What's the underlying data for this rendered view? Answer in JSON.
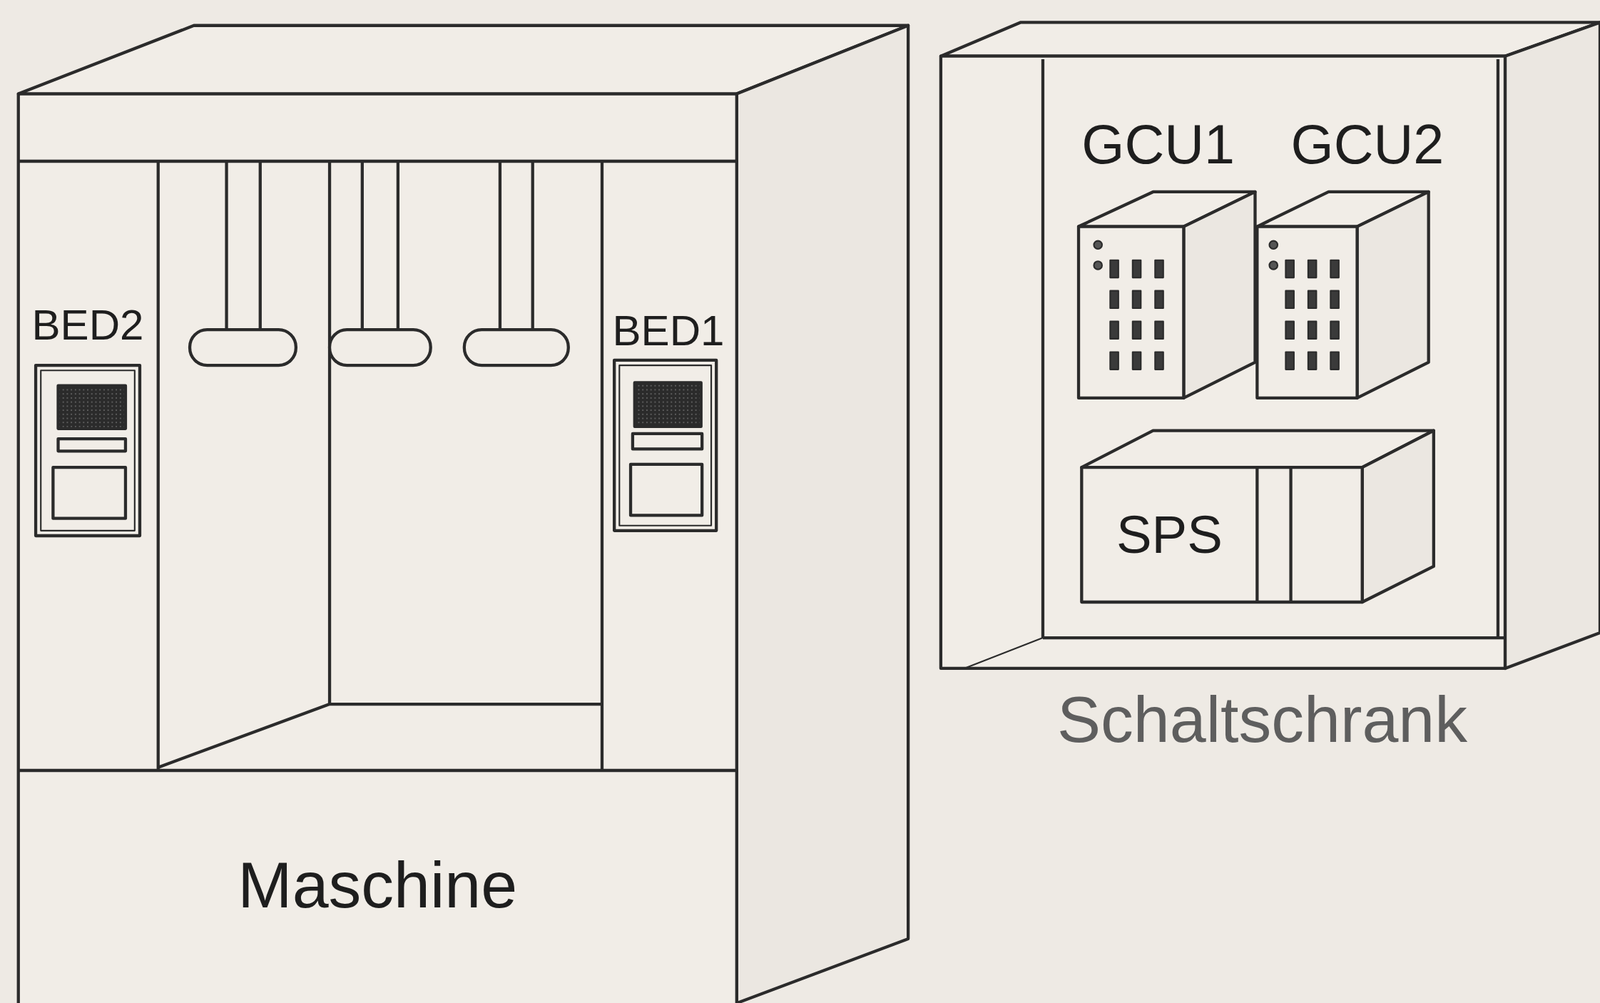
{
  "diagram": {
    "nodes": [
      {
        "text": [
          "Maschine"
        ]
      },
      {
        "text": [
          "BED2"
        ],
        "in": 0
      },
      {
        "text": [
          "BED1"
        ],
        "in": 0
      },
      {
        "text": [
          "Schaltschrank"
        ]
      },
      {
        "text": [
          "GCU1"
        ],
        "in": 3
      },
      {
        "text": [
          "GCU2"
        ],
        "in": 3
      },
      {
        "text": [
          "SPS"
        ],
        "in": 3
      }
    ]
  }
}
